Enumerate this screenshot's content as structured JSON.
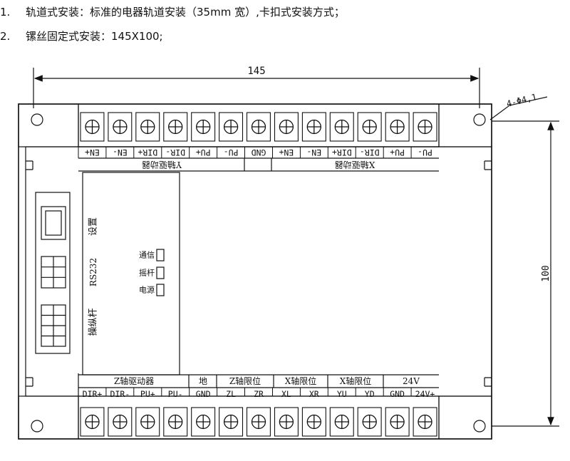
{
  "notes": [
    {
      "num": "1.",
      "text": "轨道式安装：标准的电器轨道安装（35mm 宽）,卡扣式安装方式；"
    },
    {
      "num": "2.",
      "text": "镙丝固定式安装：145X100;"
    }
  ],
  "dimensions": {
    "width": "145",
    "height": "100",
    "holes": "4-Φ4,1"
  },
  "top_terminals": [
    "EN+",
    "EN-",
    "DIR+",
    "DIR-",
    "PU+",
    "PU-",
    "GND",
    "EN+",
    "EN-",
    "DIR+",
    "DIR-",
    "PU+",
    "PU-"
  ],
  "top_groups": [
    {
      "label": "Y轴驱动器"
    },
    {
      "label": "X轴驱动器"
    }
  ],
  "bottom_terminals": [
    "DIR+",
    "DIR-",
    "PU+",
    "PU-",
    "GND",
    "ZL",
    "ZR",
    "XL",
    "XR",
    "YU",
    "YD",
    "GND",
    "24V+"
  ],
  "bottom_groups": [
    {
      "label": "Z轴驱动器"
    },
    {
      "label": "地"
    },
    {
      "label": "Z轴限位"
    },
    {
      "label": "X轴限位"
    },
    {
      "label": "X轴限位"
    },
    {
      "label": "24V"
    }
  ],
  "panel": {
    "setting": "设置",
    "rs232": "RS232",
    "joystick": "操纵杆"
  },
  "leds": [
    {
      "label": "通信"
    },
    {
      "label": "摇杆"
    },
    {
      "label": "电源"
    }
  ]
}
